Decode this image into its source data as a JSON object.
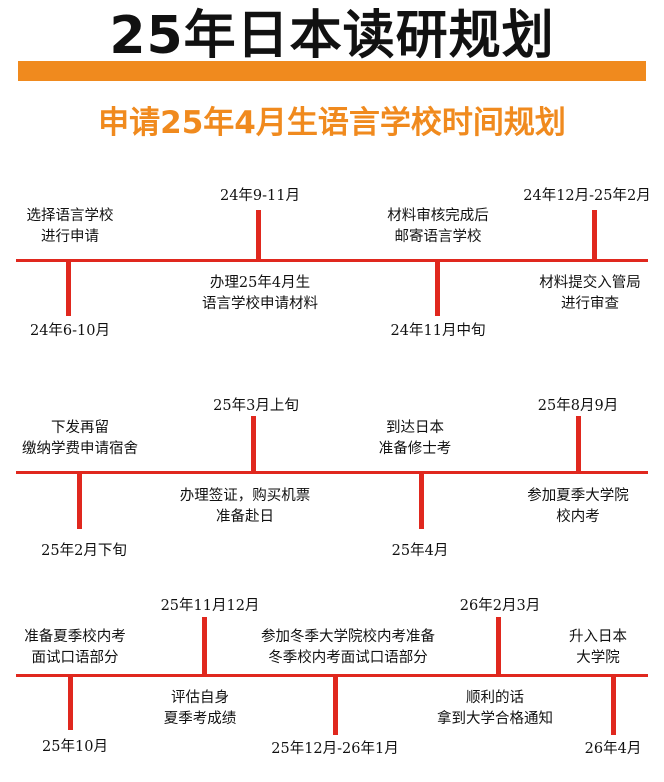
{
  "header": {
    "title": "25年日本读研规划",
    "subtitle": "申请25年4月生语言学校时间规划"
  },
  "row1": {
    "item1": {
      "line1": "选择语言学校",
      "line2": "进行申请",
      "date": "24年6-10月"
    },
    "item2": {
      "date": "24年9-11月",
      "line1": "办理25年4月生",
      "line2": "语言学校申请材料"
    },
    "item3": {
      "line1": "材料审核完成后",
      "line2": "邮寄语言学校",
      "date": "24年11月中旬"
    },
    "item4": {
      "date": "24年12月-25年2月",
      "line1": "材料提交入管局",
      "line2": "进行审查"
    }
  },
  "row2": {
    "item1": {
      "line1": "下发再留",
      "line2": "缴纳学费申请宿舍",
      "date": "25年2月下旬"
    },
    "item2": {
      "date": "25年3月上旬",
      "line1": "办理签证，购买机票",
      "line2": "准备赴日"
    },
    "item3": {
      "line1": "到达日本",
      "line2": "准备修士考",
      "date": "25年4月"
    },
    "item4": {
      "date": "25年8月9月",
      "line1": "参加夏季大学院",
      "line2": "校内考"
    }
  },
  "row3": {
    "item1": {
      "line1": "准备夏季校内考",
      "line2": "面试口语部分",
      "date": "25年10月"
    },
    "item2": {
      "date": "25年11月12月",
      "line1": "评估自身",
      "line2": "夏季考成绩"
    },
    "item3": {
      "line1": "参加冬季大学院校内考准备",
      "line2": "冬季校内考面试口语部分",
      "date": "25年12月-26年1月"
    },
    "item4": {
      "date": "26年2月3月",
      "line1": "顺利的话",
      "line2": "拿到大学合格通知"
    },
    "item5": {
      "line1": "升入日本",
      "line2": "大学院",
      "date": "26年4月"
    }
  }
}
